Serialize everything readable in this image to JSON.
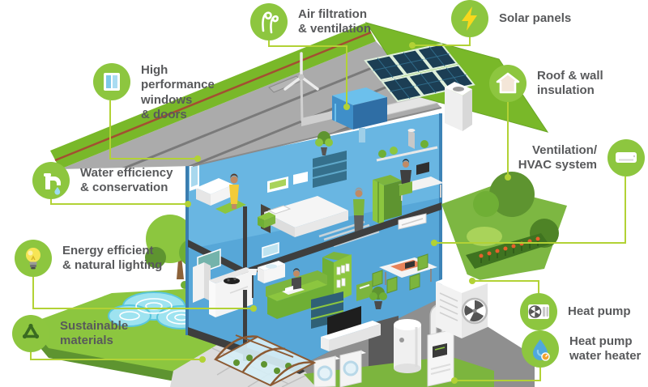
{
  "figure": {
    "type": "infographic-diagram",
    "subject": "Isometric cutaway illustration of an energy-efficient sustainable house with labeled green-home features"
  },
  "callouts": [
    {
      "id": "air-filtration",
      "label": "Air filtration\n& ventilation",
      "icon": "air-swirl-icon"
    },
    {
      "id": "solar-panels",
      "label": "Solar panels",
      "icon": "lightning-icon"
    },
    {
      "id": "windows-doors",
      "label": "High\nperformance\nwindows\n& doors",
      "icon": "window-icon"
    },
    {
      "id": "roof-wall-insulation",
      "label": "Roof & wall\ninsulation",
      "icon": "house-outline-icon"
    },
    {
      "id": "water-efficiency",
      "label": "Water efficiency\n& conservation",
      "icon": "faucet-icon"
    },
    {
      "id": "hvac-system",
      "label": "Ventilation/\nHVAC system",
      "icon": "ac-unit-icon"
    },
    {
      "id": "energy-efficient",
      "label": "Energy efficient\n& natural lighting",
      "icon": "light-bulb-icon"
    },
    {
      "id": "heat-pump",
      "label": "Heat pump",
      "icon": "heat-pump-unit-icon"
    },
    {
      "id": "sustainable-materials",
      "label": "Sustainable\nmaterials",
      "icon": "recycle-icon"
    },
    {
      "id": "heat-pump-water-heater",
      "label": "Heat pump\nwater heater",
      "icon": "water-drop-icon"
    }
  ],
  "colors": {
    "label_text": "#58595B",
    "icon_circle_green": "#8DC63F",
    "leader_line_green": "#B2D235",
    "roof_green": "#79B829",
    "lawn_green": "#8CC63F",
    "wall_blue": "#57A7D8",
    "solar_panel_navy": "#1C3E54",
    "pond_blue": "#9EE3F0",
    "attic_gray": "#ABABAB"
  },
  "illustration_objects": [
    "gable roof with rooftop solar array",
    "small wind turbine",
    "chimney",
    "attic ventilation unit with ducts",
    "bathroom with tub",
    "bedroom with bed",
    "home office desk",
    "kitchen",
    "living room sofa with laptop user",
    "dining table",
    "wall AC unit",
    "television",
    "staircase",
    "basement with washer and dryer",
    "water heater tank",
    "furnace with pipes",
    "outdoor heat pump unit",
    "garden hedge with flowers",
    "trees",
    "pond",
    "paved path",
    "street lamp",
    "greenhouse"
  ]
}
